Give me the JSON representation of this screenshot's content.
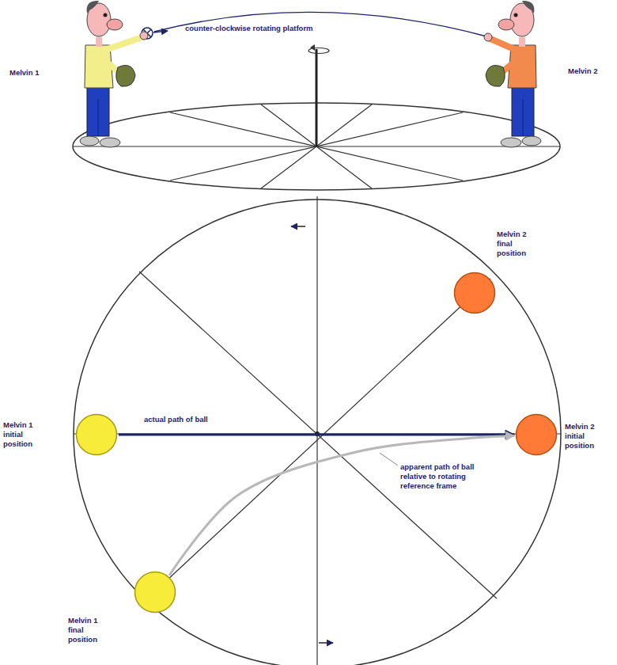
{
  "diagram": {
    "nodes": [
      {
        "text": [
          "Melvin 2 final position"
        ]
      },
      {
        "text": [
          "Melvin 1 initial position"
        ]
      },
      {
        "text": [
          "Melvin 2 initial position"
        ]
      },
      {
        "text": [
          "Melvin 1 final position"
        ]
      }
    ],
    "edges": [
      {
        "from": 1,
        "to": 2,
        "arrow": "to",
        "label": "actual path of ball"
      },
      {
        "from": 3,
        "to": 2,
        "arrow": "to",
        "label": "apparent path of ball relative to rotating reference frame"
      }
    ],
    "labels": [
      "Melvin 1",
      "Melvin 2",
      "counter-clockwise rotating platform"
    ]
  }
}
